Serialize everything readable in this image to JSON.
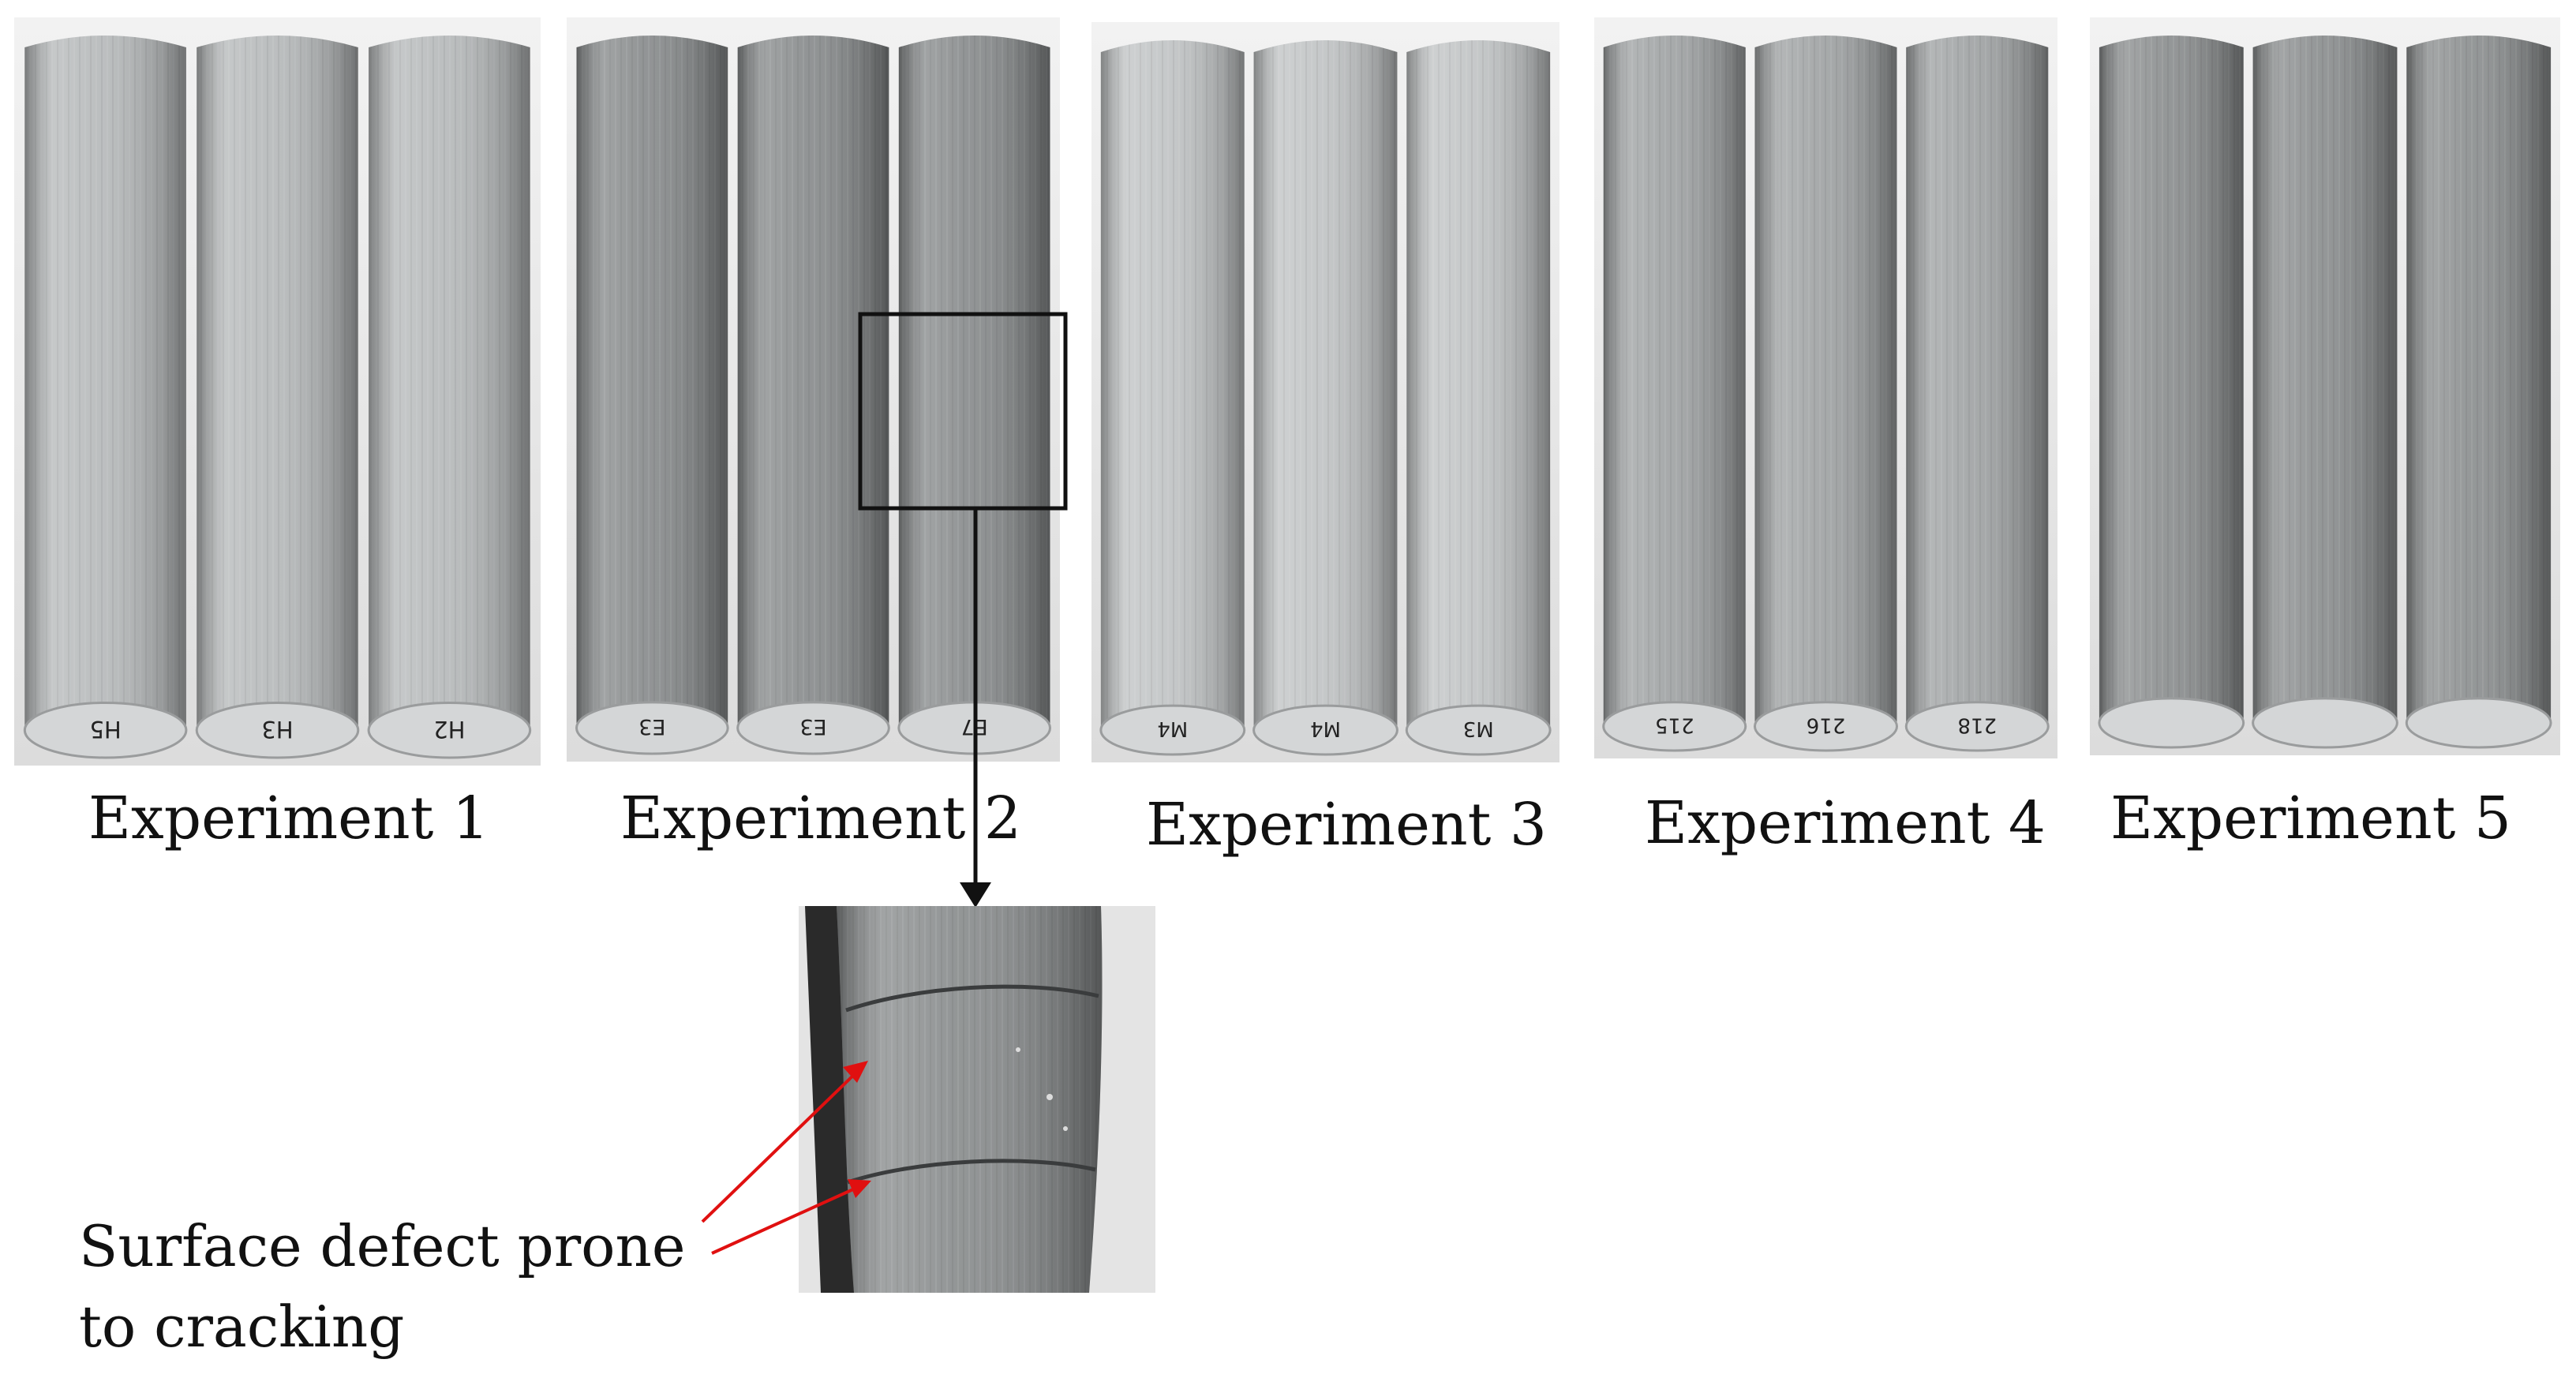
{
  "panels": [
    {
      "label": "Experiment 1",
      "tone": "#b9bcbd",
      "face_marks": [
        "H5",
        "H3",
        "H2"
      ]
    },
    {
      "label": "Experiment 2",
      "tone": "#8c8f90",
      "face_marks": [
        "E3",
        "E3",
        "E7"
      ]
    },
    {
      "label": "Experiment 3",
      "tone": "#c3c6c7",
      "face_marks": [
        "M4",
        "M4",
        "M3"
      ]
    },
    {
      "label": "Experiment 4",
      "tone": "#a3a6a7",
      "face_marks": [
        "215",
        "216",
        "218"
      ]
    },
    {
      "label": "Experiment 5",
      "tone": "#8f9293",
      "face_marks": []
    }
  ],
  "inset": {
    "annotation_line1": "Surface defect prone",
    "annotation_line2": "to cracking",
    "arrow_color": "#e01010",
    "highlight_color": "#111111"
  }
}
